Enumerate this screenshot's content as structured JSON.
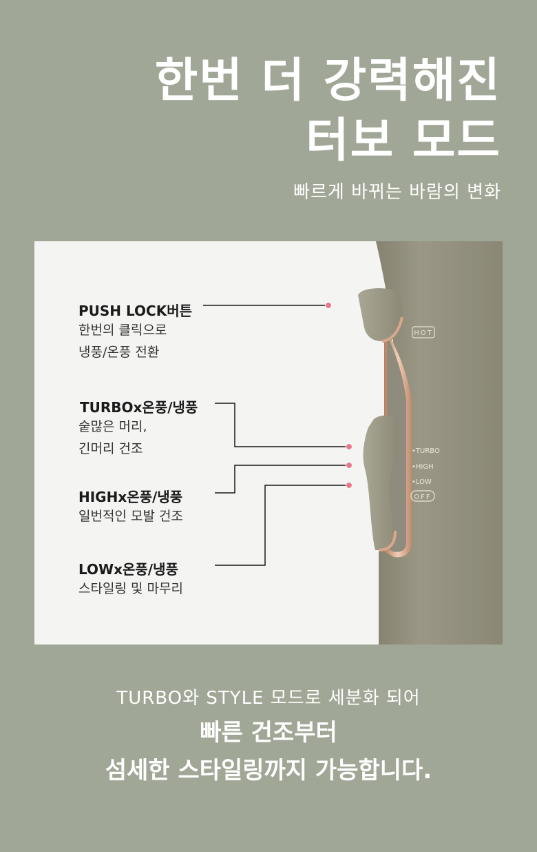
{
  "header": {
    "title_line1": "한번 더 강력해진",
    "title_line2": "터보 모드",
    "subtitle": "빠르게 바뀌는 바람의 변화"
  },
  "features": [
    {
      "title": "PUSH LOCK버튼",
      "desc1": "한번의 클릭으로",
      "desc2": "냉풍/온풍 전환"
    },
    {
      "title": "TURBOx온풍/냉풍",
      "desc1": "숱많은 머리,",
      "desc2": "긴머리 건조"
    },
    {
      "title": "HIGHx온풍/냉풍",
      "desc1": "일번적인 모발 건조",
      "desc2": ""
    },
    {
      "title": "LOWx온풍/냉풍",
      "desc1": "스타일링 및 마무리",
      "desc2": ""
    }
  ],
  "device": {
    "hot_label": "HOT",
    "mode_labels": [
      "TURBO",
      "HIGH",
      "LOW",
      "OFF"
    ],
    "body_color": "#8f8c7d",
    "accent_color": "#d9a88a",
    "dot_color": "#e8798a"
  },
  "footer": {
    "line1": "TURBO와 STYLE 모드로 세분화 되어",
    "line2": "빠른 건조부터",
    "line3": "섬세한 스타일링까지 가능합니다."
  }
}
